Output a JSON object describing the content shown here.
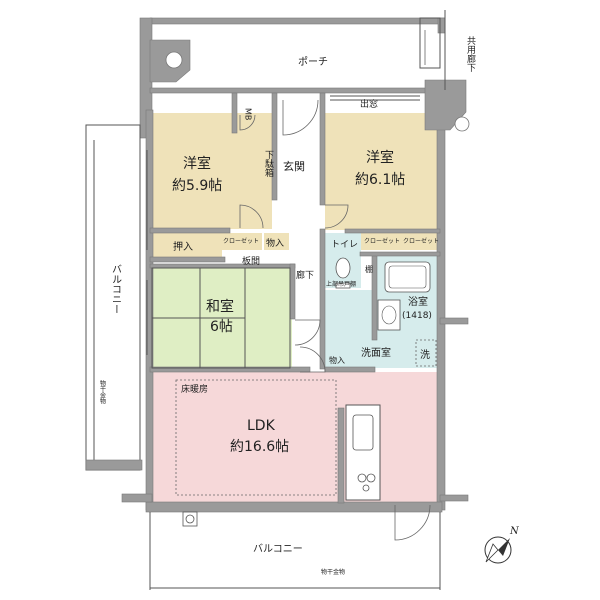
{
  "labels": {
    "porch": "ポーチ",
    "common_corridor": "共用廊下",
    "window": "出窓",
    "mb": "MB",
    "shoe_box": "下駄箱",
    "entrance": "玄関",
    "western_room_1": "洋室",
    "western_room_1_size": "約5.9帖",
    "western_room_2": "洋室",
    "western_room_2_size": "約6.1帖",
    "closet_a": "クローゼット",
    "storage": "物入",
    "oshiire": "押入",
    "closet_b": "クローゼット",
    "closet_c": "クローゼット",
    "toilet": "トイレ",
    "shelf": "棚",
    "itama": "板間",
    "hallway": "廊下",
    "upper_cabinet": "上部吊戸棚",
    "bath": "浴室",
    "bath_size": "(1418)",
    "japanese_room": "和室",
    "japanese_room_size": "6帖",
    "storage_2": "物入",
    "washroom": "洗面室",
    "washer": "洗",
    "floor_heating": "床暖房",
    "ldk": "LDK",
    "ldk_size": "約16.6帖",
    "balcony_left": "バルコニー",
    "balcony_bottom": "バルコニー",
    "drying_left": "物干金物",
    "drying_bottom": "物干金物",
    "compass": "N"
  },
  "colors": {
    "western_rooms": "#efe2b9",
    "japanese_room": "#dfeec4",
    "wet_area": "#d6ecec",
    "ldk": "#f6d8d9",
    "storage": "#efe2b9",
    "wall": "#9a9a9a"
  }
}
